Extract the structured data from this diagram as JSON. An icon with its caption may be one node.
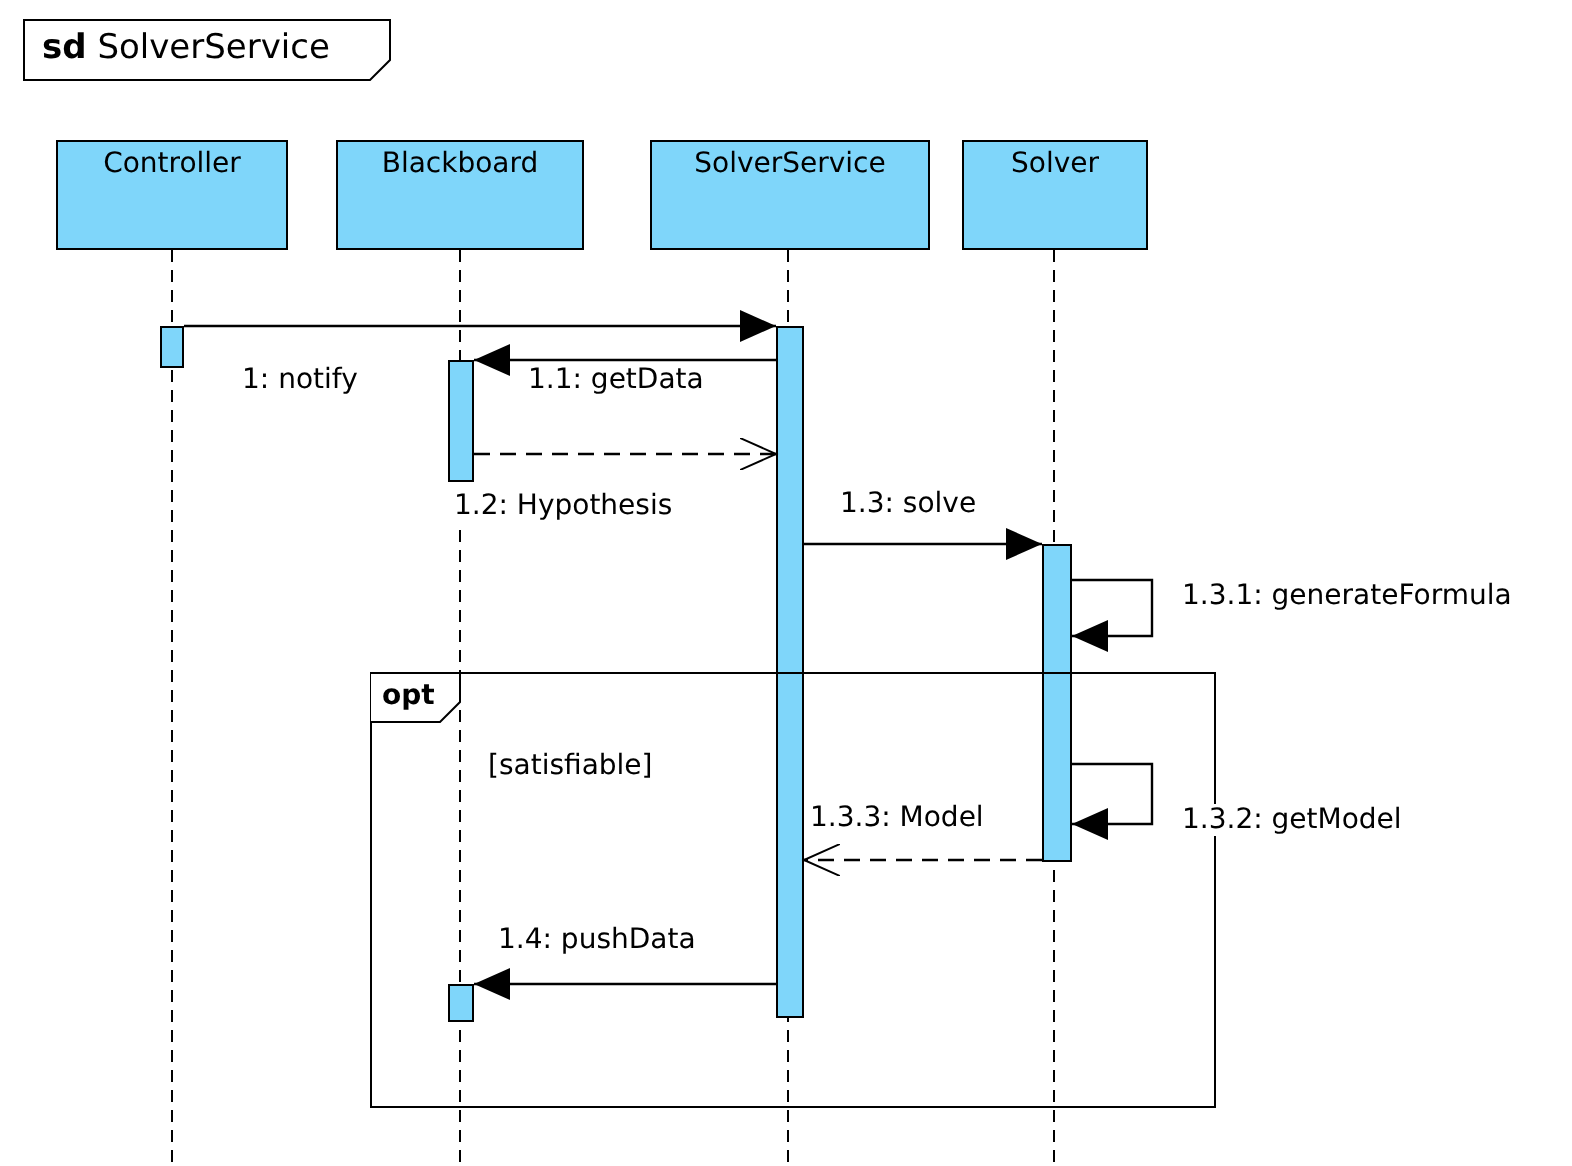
{
  "diagram": {
    "title": "**sd** SolverService",
    "nodes": [
      {
        "text": [
          "Controller"
        ]
      },
      {
        "text": [
          "Blackboard"
        ]
      },
      {
        "text": [
          "SolverService"
        ]
      },
      {
        "text": [
          "Solver"
        ]
      },
      {
        "text": [],
        "shape": "bar"
      },
      {
        "text": [],
        "shape": "bar"
      },
      {
        "text": [],
        "shape": "bar"
      },
      {
        "text": [],
        "shape": "bar"
      },
      {
        "text": [],
        "shape": "bar",
        "in": 9
      },
      {
        "text": [
          "opt",
          "[satisfiable]"
        ]
      }
    ],
    "edges": [
      {
        "from": 4,
        "to": 6,
        "arrow": "to",
        "label": "1: notify"
      },
      {
        "from": 6,
        "to": 5,
        "arrow": "to",
        "label": "1.1: getData"
      },
      {
        "from": 5,
        "to": 6,
        "arrow": "to",
        "label": "1.2: Hypothesis",
        "style": "dashed"
      },
      {
        "from": 6,
        "to": 7,
        "arrow": "to",
        "label": "1.3: solve"
      },
      {
        "from": 7,
        "to": 7,
        "arrow": "to",
        "label": "1.3.1: generateFormula"
      },
      {
        "from": 7,
        "to": 7,
        "arrow": "to",
        "label": "1.3.2: getModel"
      },
      {
        "from": 7,
        "to": 6,
        "arrow": "to",
        "label": "1.3.3: Model",
        "style": "dashed"
      },
      {
        "from": 6,
        "to": 8,
        "arrow": "to",
        "label": "1.4: pushData"
      }
    ]
  }
}
